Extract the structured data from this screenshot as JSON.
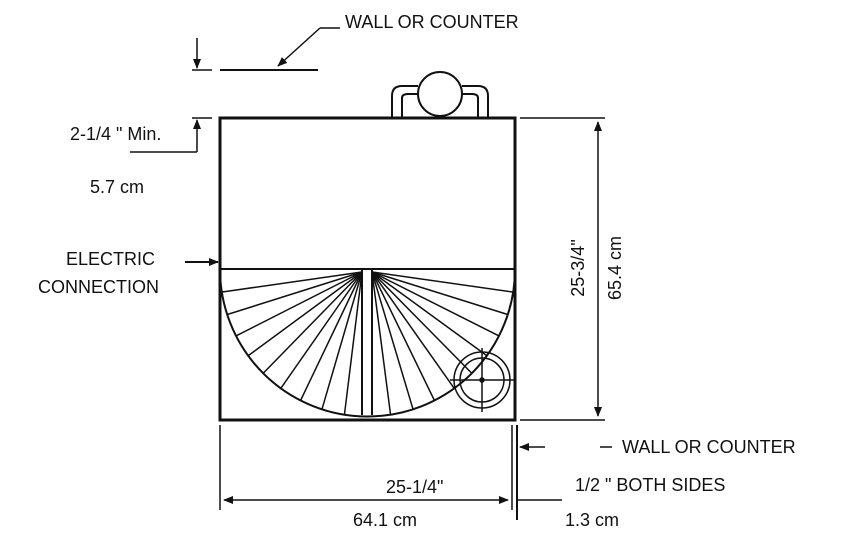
{
  "labels": {
    "wall_top": "WALL OR COUNTER",
    "clearance_in": "2-1/4 \" Min.",
    "clearance_cm": "5.7 cm",
    "electric_line1": "ELECTRIC",
    "electric_line2": "CONNECTION",
    "height_in": "25-3/4\"",
    "height_cm": "65.4 cm",
    "wall_right": "WALL OR COUNTER",
    "width_in": "25-1/4\"",
    "width_cm": "64.1 cm",
    "side_in": "1/2 \" BOTH SIDES",
    "side_cm": "1.3 cm"
  },
  "colors": {
    "line": "#111111",
    "background": "#ffffff"
  }
}
